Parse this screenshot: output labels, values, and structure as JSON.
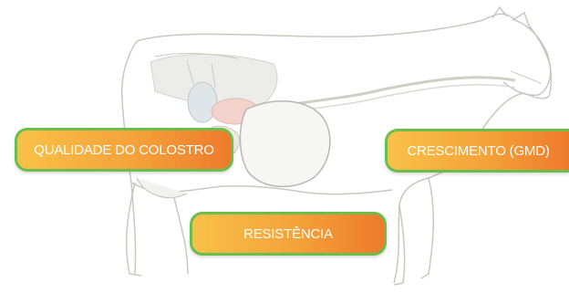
{
  "labels": {
    "colostrum_quality": "QUALIDADE DO COLOSTRO",
    "growth": "CRESCIMENTO (GMD)",
    "resistance": "RESISTÊNCIA"
  },
  "colors": {
    "pill_gradient_start": "#f9c148",
    "pill_gradient_end": "#ee7a2c",
    "pill_border": "#6cbd4b",
    "pill_text": "#ffffff",
    "outline": "#c8c8c0"
  }
}
